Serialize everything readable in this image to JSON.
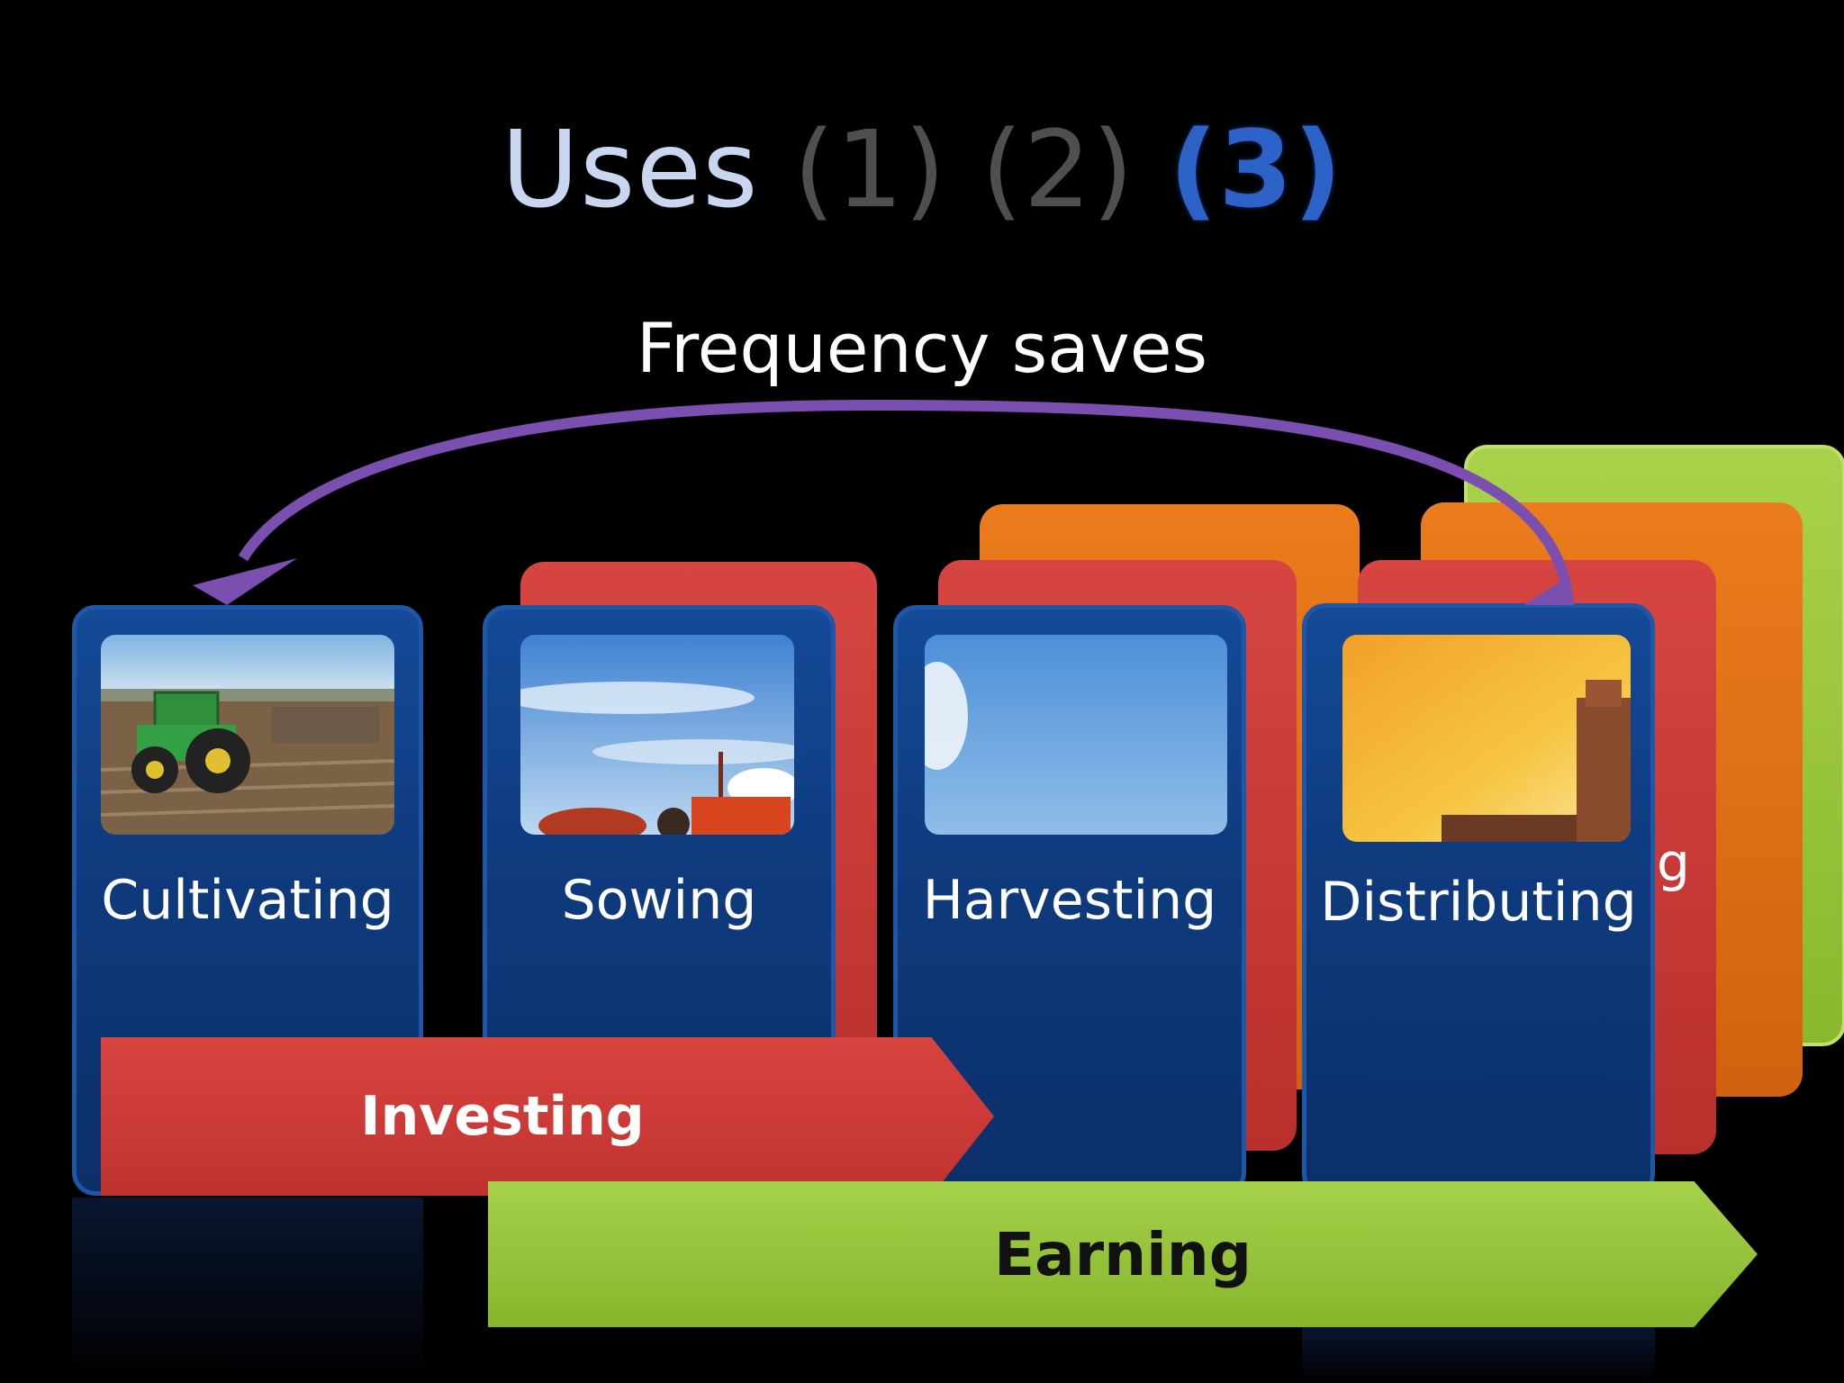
{
  "title": {
    "main": "Uses",
    "step1": "(1)",
    "step2": "(2)",
    "step3": "(3)"
  },
  "subtitle": "Frequency saves",
  "cards": {
    "cultivating": "Cultivating",
    "sowing": "Sowing",
    "harvesting": "Harvesting",
    "distributing": "Distributing"
  },
  "ghost": {
    "back_green": "ng",
    "back_red": "g"
  },
  "bands": {
    "investing": "Investing",
    "earning": "Earning"
  },
  "colors": {
    "blue": "#0f3c80",
    "red": "#c73a36",
    "orange": "#e0701a",
    "green": "#9bc83d",
    "arrow": "#7a4fb0"
  }
}
